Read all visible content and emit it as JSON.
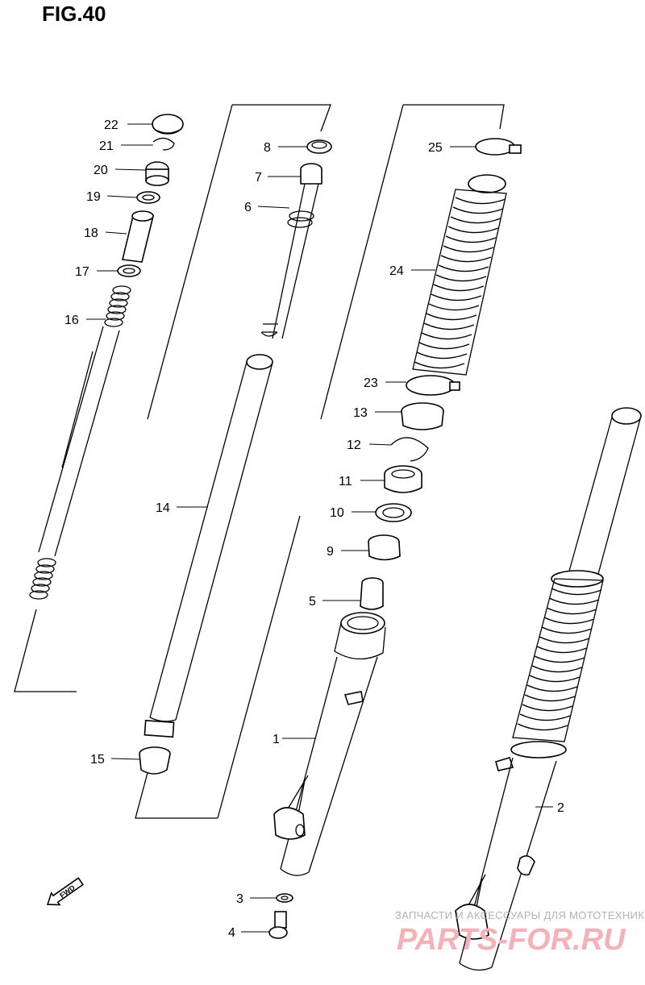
{
  "figure": {
    "title": "FIG.40"
  },
  "callouts": [
    {
      "id": "22",
      "label": "22"
    },
    {
      "id": "21",
      "label": "21"
    },
    {
      "id": "20",
      "label": "20"
    },
    {
      "id": "19",
      "label": "19"
    },
    {
      "id": "18",
      "label": "18"
    },
    {
      "id": "17",
      "label": "17"
    },
    {
      "id": "16",
      "label": "16"
    },
    {
      "id": "8",
      "label": "8"
    },
    {
      "id": "7",
      "label": "7"
    },
    {
      "id": "6",
      "label": "6"
    },
    {
      "id": "25",
      "label": "25"
    },
    {
      "id": "24",
      "label": "24"
    },
    {
      "id": "23",
      "label": "23"
    },
    {
      "id": "13",
      "label": "13"
    },
    {
      "id": "12",
      "label": "12"
    },
    {
      "id": "11",
      "label": "11"
    },
    {
      "id": "10",
      "label": "10"
    },
    {
      "id": "9",
      "label": "9"
    },
    {
      "id": "14",
      "label": "14"
    },
    {
      "id": "5",
      "label": "5"
    },
    {
      "id": "1",
      "label": "1"
    },
    {
      "id": "15",
      "label": "15"
    },
    {
      "id": "2",
      "label": "2"
    },
    {
      "id": "3",
      "label": "3"
    },
    {
      "id": "4",
      "label": "4"
    }
  ],
  "direction_marker": {
    "label": "FWD",
    "icon": "arrow-down-left-icon"
  },
  "watermark": {
    "tagline": "ЗАПЧАСТИ И АКСЕССУАРЫ ДЛЯ МОТОТЕХНИКИ",
    "brand": "PARTS-FOR.RU",
    "color": "#f4b2b8"
  }
}
